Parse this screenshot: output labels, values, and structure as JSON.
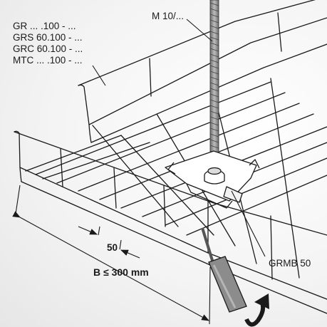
{
  "product_codes": [
    "GR ... .100 - ...",
    "GRS 60.100 - ...",
    "GRC 60.100 - ...",
    "MTC ... .100 - ..."
  ],
  "bolt_label": "M 10/...",
  "clamp_label": "GRMB 50",
  "mesh_step_label": "50",
  "tray_width_label": "B ≤ 300 mm",
  "colors": {
    "line": "#1a1a1a",
    "rod": "#8a8a8a",
    "background": "#f0f0f0"
  }
}
